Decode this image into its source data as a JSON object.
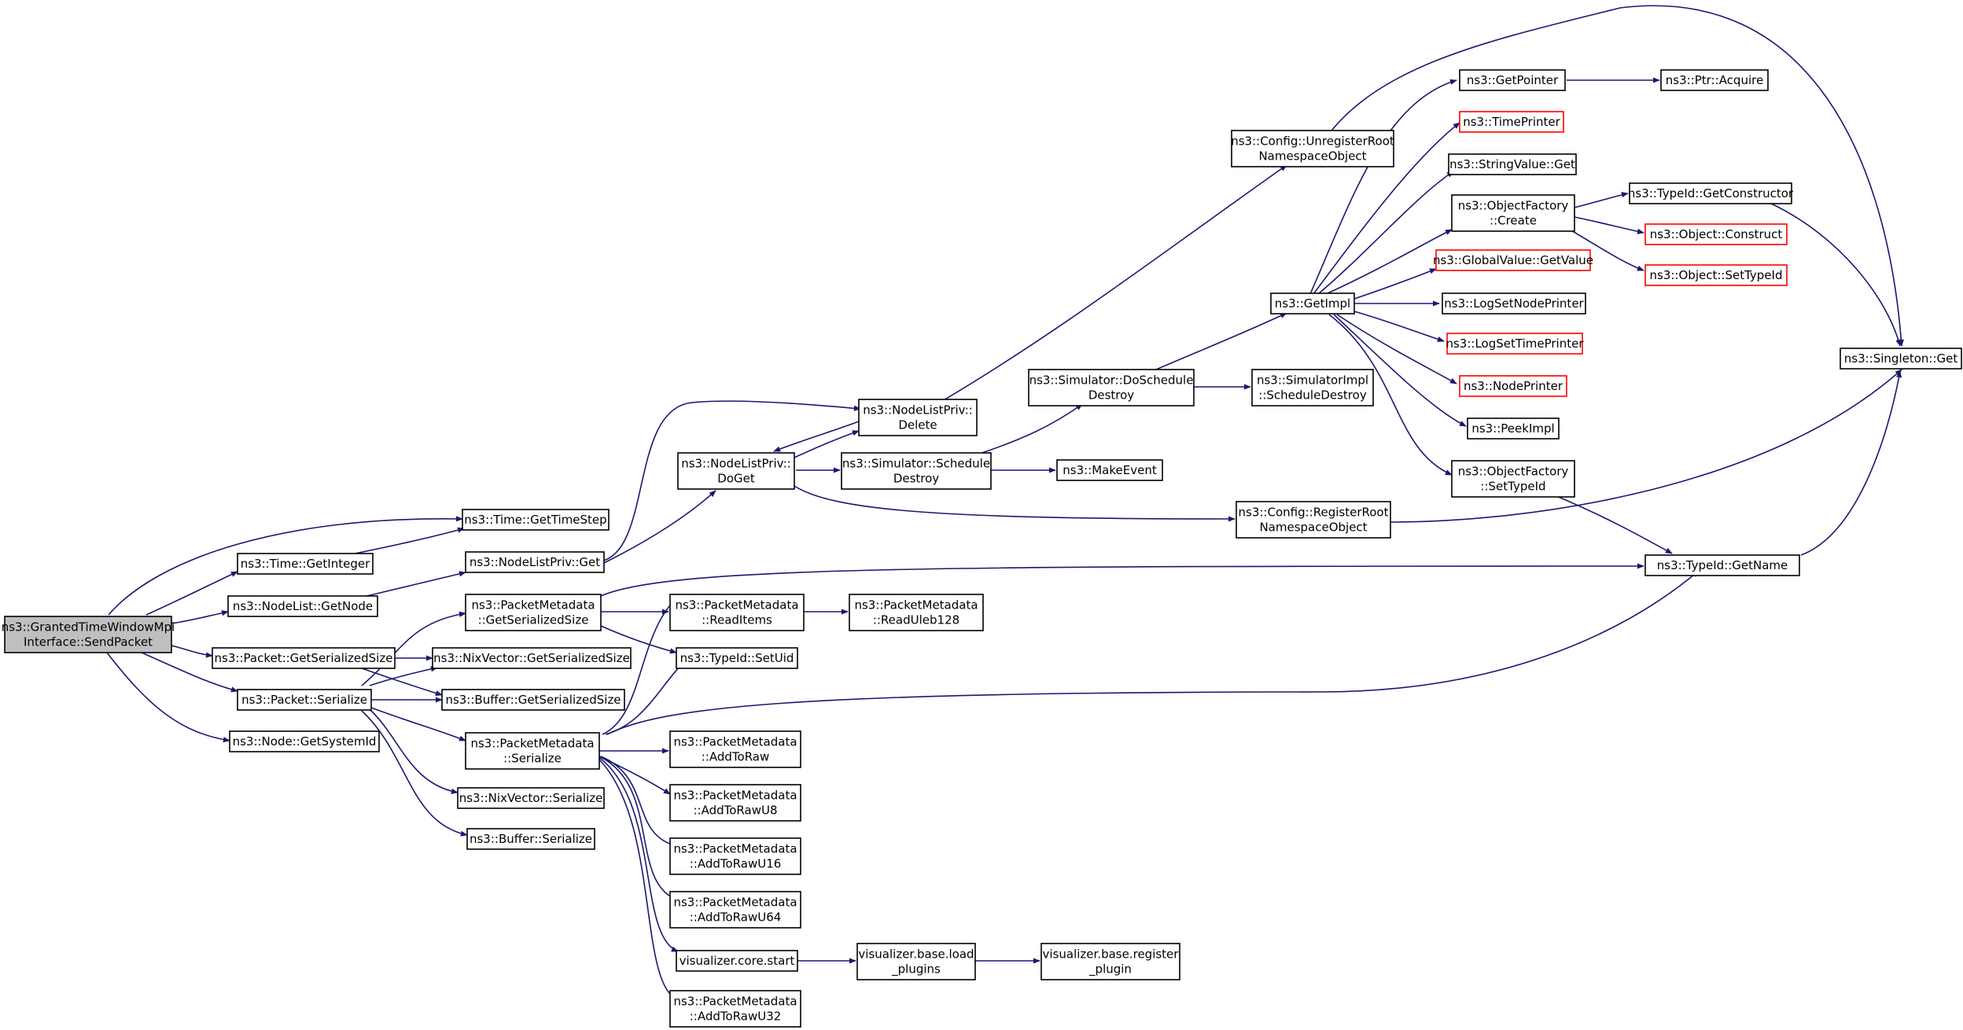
{
  "graph": {
    "title": "",
    "colors": {
      "edge": "#191970",
      "node_border": "#000000",
      "truncated_border": "#ff0000",
      "root_fill": "#bfbfbf",
      "node_fill": "#ffffff"
    },
    "nodes": {
      "root": {
        "lines": [
          "ns3::GrantedTimeWindowMpi",
          "Interface::SendPacket"
        ],
        "style": "root"
      },
      "timeGetTimeStep": {
        "lines": [
          "ns3::Time::GetTimeStep"
        ]
      },
      "timeGetInteger": {
        "lines": [
          "ns3::Time::GetInteger"
        ]
      },
      "nodeListGetNode": {
        "lines": [
          "ns3::NodeList::GetNode"
        ]
      },
      "packetGetSerializedSize": {
        "lines": [
          "ns3::Packet::GetSerializedSize"
        ]
      },
      "packetSerialize": {
        "lines": [
          "ns3::Packet::Serialize"
        ]
      },
      "nodeGetSystemId": {
        "lines": [
          "ns3::Node::GetSystemId"
        ]
      },
      "nodeListPrivGet": {
        "lines": [
          "ns3::NodeListPriv::Get"
        ]
      },
      "pmGetSerializedSize": {
        "lines": [
          "ns3::PacketMetadata",
          "::GetSerializedSize"
        ]
      },
      "nixGetSerializedSize": {
        "lines": [
          "ns3::NixVector::GetSerializedSize"
        ]
      },
      "bufferGetSerializedSize": {
        "lines": [
          "ns3::Buffer::GetSerializedSize"
        ]
      },
      "pmSerialize": {
        "lines": [
          "ns3::PacketMetadata",
          "::Serialize"
        ]
      },
      "nixSerialize": {
        "lines": [
          "ns3::NixVector::Serialize"
        ]
      },
      "bufferSerialize": {
        "lines": [
          "ns3::Buffer::Serialize"
        ]
      },
      "nodeListPrivDoGet": {
        "lines": [
          "ns3::NodeListPriv::",
          "DoGet"
        ]
      },
      "nodeListPrivDelete": {
        "lines": [
          "ns3::NodeListPriv::",
          "Delete"
        ]
      },
      "pmReadItems": {
        "lines": [
          "ns3::PacketMetadata",
          "::ReadItems"
        ]
      },
      "typeIdSetUid": {
        "lines": [
          "ns3::TypeId::SetUid"
        ]
      },
      "pmAddToRaw": {
        "lines": [
          "ns3::PacketMetadata",
          "::AddToRaw"
        ]
      },
      "pmAddToRawU8": {
        "lines": [
          "ns3::PacketMetadata",
          "::AddToRawU8"
        ]
      },
      "pmAddToRawU16": {
        "lines": [
          "ns3::PacketMetadata",
          "::AddToRawU16"
        ]
      },
      "pmAddToRawU64": {
        "lines": [
          "ns3::PacketMetadata",
          "::AddToRawU64"
        ]
      },
      "visCoreStart": {
        "lines": [
          "visualizer.core.start"
        ]
      },
      "pmAddToRawU32": {
        "lines": [
          "ns3::PacketMetadata",
          "::AddToRawU32"
        ]
      },
      "pmReadUleb128": {
        "lines": [
          "ns3::PacketMetadata",
          "::ReadUleb128"
        ]
      },
      "simScheduleDestroy": {
        "lines": [
          "ns3::Simulator::Schedule",
          "Destroy"
        ]
      },
      "makeEvent": {
        "lines": [
          "ns3::MakeEvent"
        ]
      },
      "visBaseLoadPlugins": {
        "lines": [
          "visualizer.base.load",
          "_plugins"
        ]
      },
      "visBaseRegisterPlugin": {
        "lines": [
          "visualizer.base.register",
          "_plugin"
        ]
      },
      "simDoScheduleDestroy": {
        "lines": [
          "ns3::Simulator::DoSchedule",
          "Destroy"
        ]
      },
      "configUnregisterRoot": {
        "lines": [
          "ns3::Config::UnregisterRoot",
          "NamespaceObject"
        ]
      },
      "configRegisterRoot": {
        "lines": [
          "ns3::Config::RegisterRoot",
          "NamespaceObject"
        ]
      },
      "getImpl": {
        "lines": [
          "ns3::GetImpl"
        ]
      },
      "simImplScheduleDestroy": {
        "lines": [
          "ns3::SimulatorImpl",
          "::ScheduleDestroy"
        ]
      },
      "getPointer": {
        "lines": [
          "ns3::GetPointer"
        ]
      },
      "timePrinter": {
        "lines": [
          "ns3::TimePrinter"
        ],
        "style": "truncated"
      },
      "stringValueGet": {
        "lines": [
          "ns3::StringValue::Get"
        ]
      },
      "objectFactoryCreate": {
        "lines": [
          "ns3::ObjectFactory",
          "::Create"
        ]
      },
      "globalValueGetValue": {
        "lines": [
          "ns3::GlobalValue::GetValue"
        ],
        "style": "truncated"
      },
      "logSetNodePrinter": {
        "lines": [
          "ns3::LogSetNodePrinter"
        ]
      },
      "logSetTimePrinter": {
        "lines": [
          "ns3::LogSetTimePrinter"
        ],
        "style": "truncated"
      },
      "nodePrinter": {
        "lines": [
          "ns3::NodePrinter"
        ],
        "style": "truncated"
      },
      "peekImpl": {
        "lines": [
          "ns3::PeekImpl"
        ]
      },
      "objectFactorySetTypeId": {
        "lines": [
          "ns3::ObjectFactory",
          "::SetTypeId"
        ]
      },
      "ptrAcquire": {
        "lines": [
          "ns3::Ptr::Acquire"
        ]
      },
      "typeIdGetConstructor": {
        "lines": [
          "ns3::TypeId::GetConstructor"
        ]
      },
      "objectConstruct": {
        "lines": [
          "ns3::Object::Construct"
        ],
        "style": "truncated"
      },
      "objectSetTypeId": {
        "lines": [
          "ns3::Object::SetTypeId"
        ],
        "style": "truncated"
      },
      "typeIdGetName": {
        "lines": [
          "ns3::TypeId::GetName"
        ]
      },
      "singletonGet": {
        "lines": [
          "ns3::Singleton::Get"
        ]
      }
    }
  }
}
